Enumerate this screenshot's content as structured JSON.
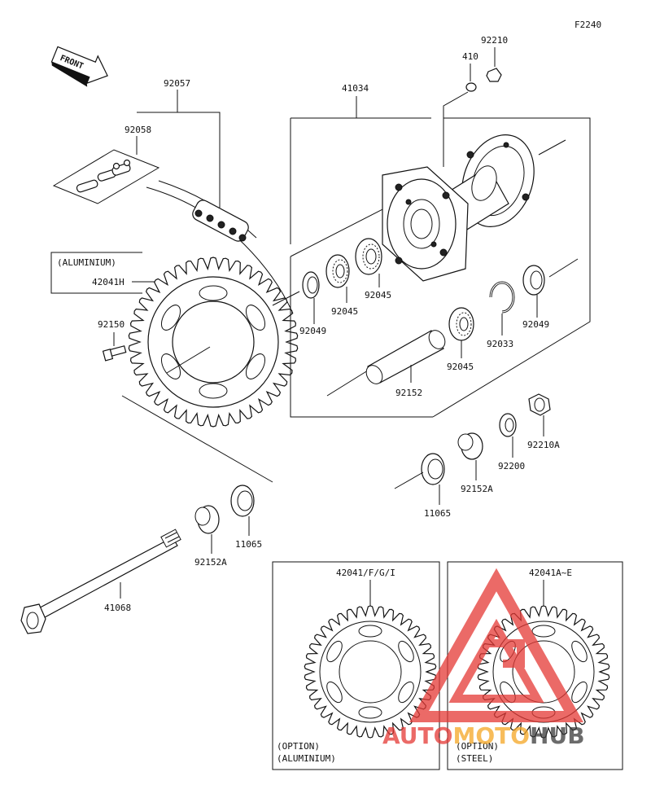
{
  "figure_code": "F2240",
  "front_arrow_label": "FRONT",
  "labels": {
    "p92057": "92057",
    "p92058": "92058",
    "p41034": "41034",
    "p410": "410",
    "p92210": "92210",
    "p42041H": "42041H",
    "p92150": "92150",
    "p92049_left": "92049",
    "p92045_a": "92045",
    "p92045_b": "92045",
    "p92045_c": "92045",
    "p92049_right": "92049",
    "p92033": "92033",
    "p92152": "92152",
    "p92210A": "92210A",
    "p92200": "92200",
    "p92152A_right": "92152A",
    "p11065_right": "11065",
    "p92152A_left": "92152A",
    "p11065_left": "11065",
    "p41068": "41068",
    "p42041FGI": "42041/F/G/I",
    "p42041AE": "42041A~E"
  },
  "notes": {
    "aluminium_box": "(ALUMINIUM)",
    "option_alu_1": "(OPTION)",
    "option_alu_2": "(ALUMINIUM)",
    "option_steel_1": "(OPTION)",
    "option_steel_2": "(STEEL)"
  },
  "watermark": {
    "text_red": "AUTO",
    "text_orange": "MOTO",
    "text_dark": "HUB",
    "colors": {
      "red": "#e53935",
      "orange": "#f5a623",
      "dark": "#3a3a3a",
      "triangle": "#e53935"
    }
  }
}
